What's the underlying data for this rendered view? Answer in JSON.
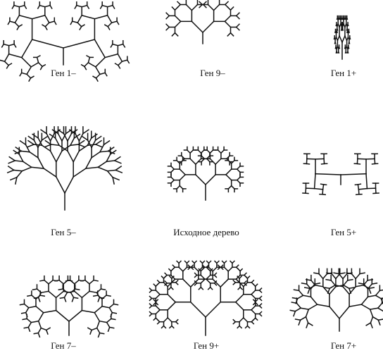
{
  "figure": {
    "colors": {
      "ink": "#111111",
      "background": "#ffffff"
    },
    "cells": [
      {
        "id": "gen-1-minus",
        "label": "Ген 1–"
      },
      {
        "id": "gen-9-minus",
        "label": "Ген 9–"
      },
      {
        "id": "gen-1-plus",
        "label": "Ген 1+"
      },
      {
        "id": "gen-5-minus",
        "label": "Ген 5–"
      },
      {
        "id": "original-tree",
        "label": "Исходное дерево"
      },
      {
        "id": "gen-5-plus",
        "label": "Ген 5+"
      },
      {
        "id": "gen-7-minus",
        "label": "Ген 7–"
      },
      {
        "id": "gen-9-plus",
        "label": "Ген 9+"
      },
      {
        "id": "gen-7-plus",
        "label": "Ген 7+"
      }
    ]
  }
}
